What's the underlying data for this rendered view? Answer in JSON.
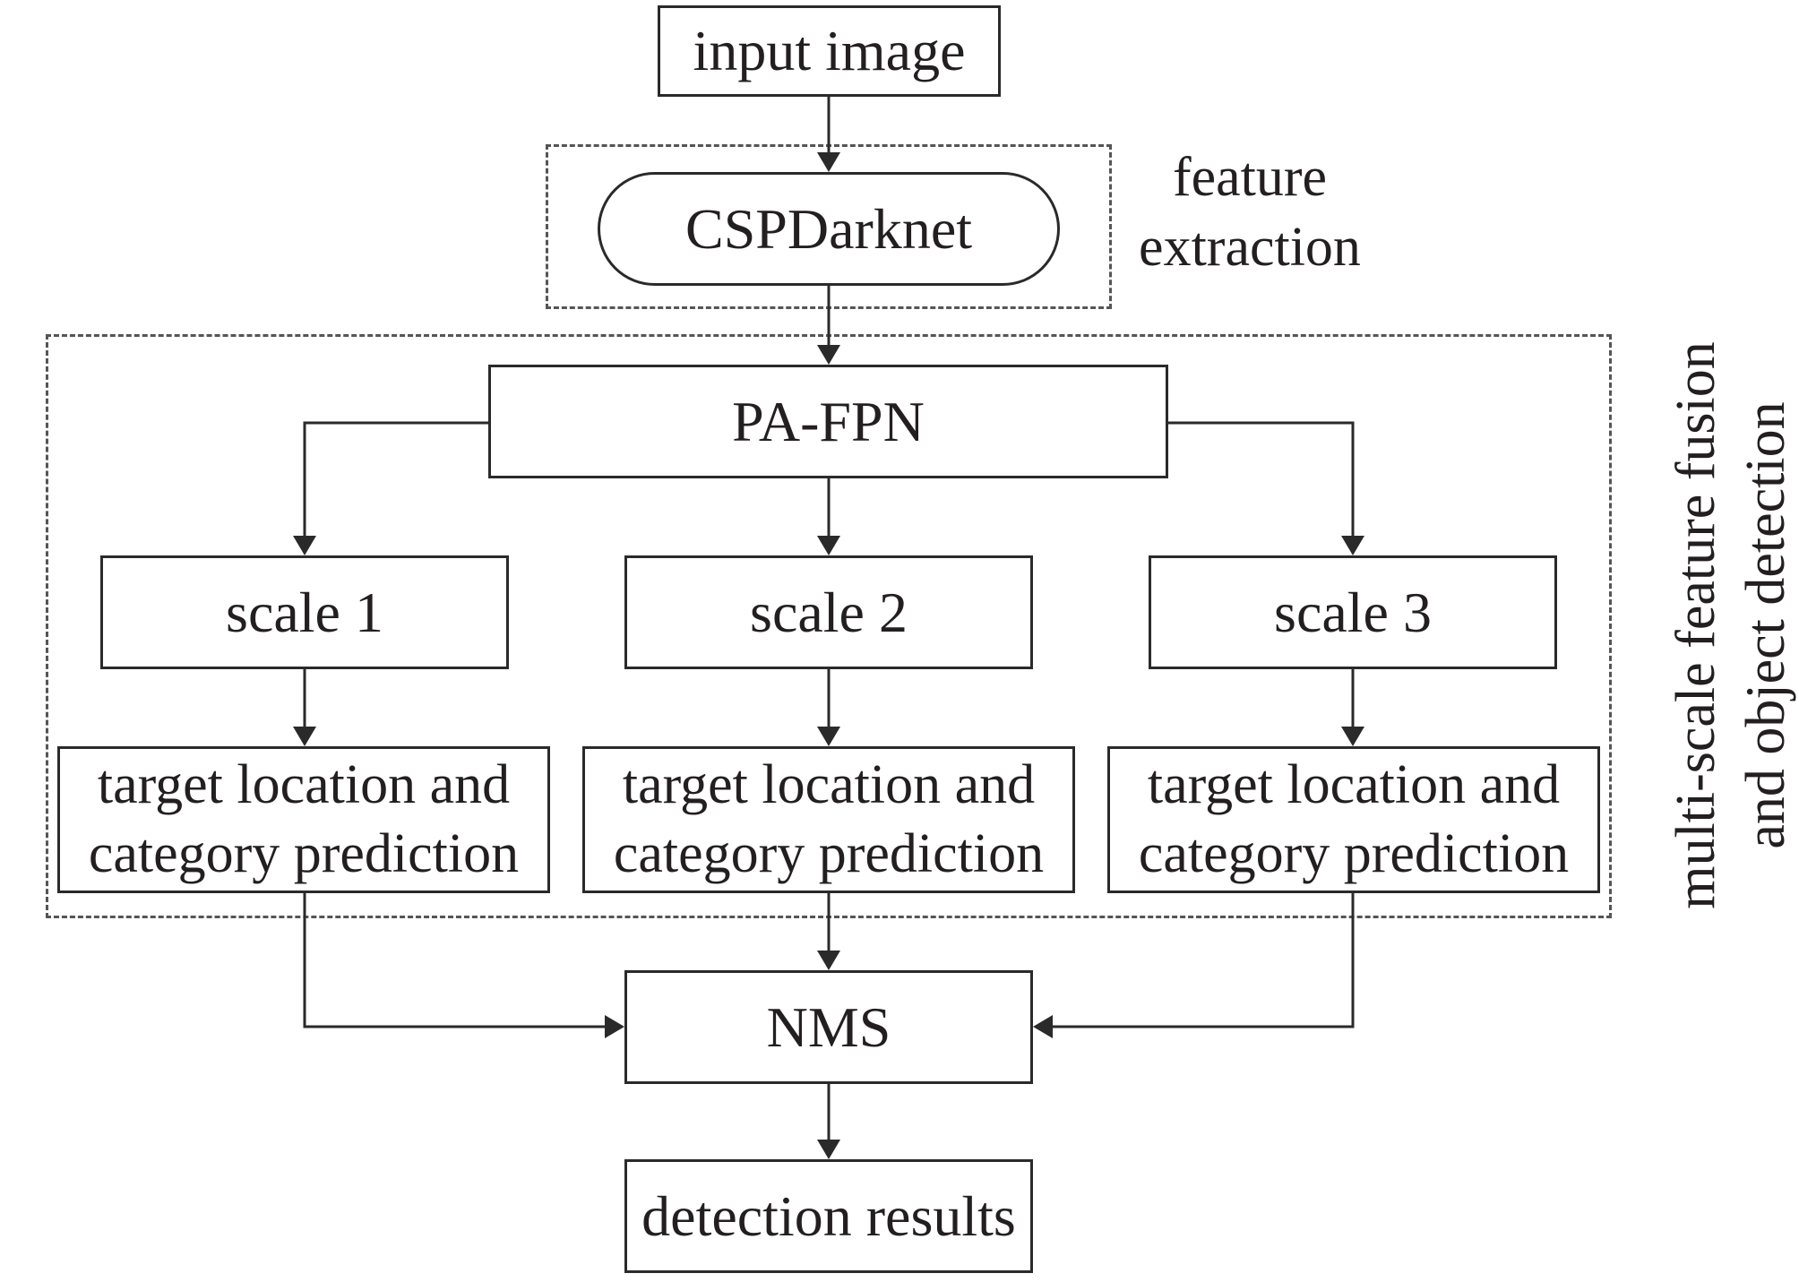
{
  "nodes": {
    "input_image": "input image",
    "cspdarknet": "CSPDarknet",
    "pafpn": "PA-FPN",
    "scale1": "scale 1",
    "scale2": "scale 2",
    "scale3": "scale 3",
    "predict1": [
      "target location and",
      "category prediction"
    ],
    "predict2": [
      "target location and",
      "category prediction"
    ],
    "predict3": [
      "target location and",
      "category prediction"
    ],
    "nms": "NMS",
    "detection_results": "detection results"
  },
  "groups": {
    "feature_extraction": [
      "feature",
      "extraction"
    ],
    "fusion_detection": [
      "multi-scale feature fusion",
      "and object detection"
    ]
  },
  "colors": {
    "line": "#2a2a2a",
    "text": "#231f20",
    "dash": "#555555"
  }
}
